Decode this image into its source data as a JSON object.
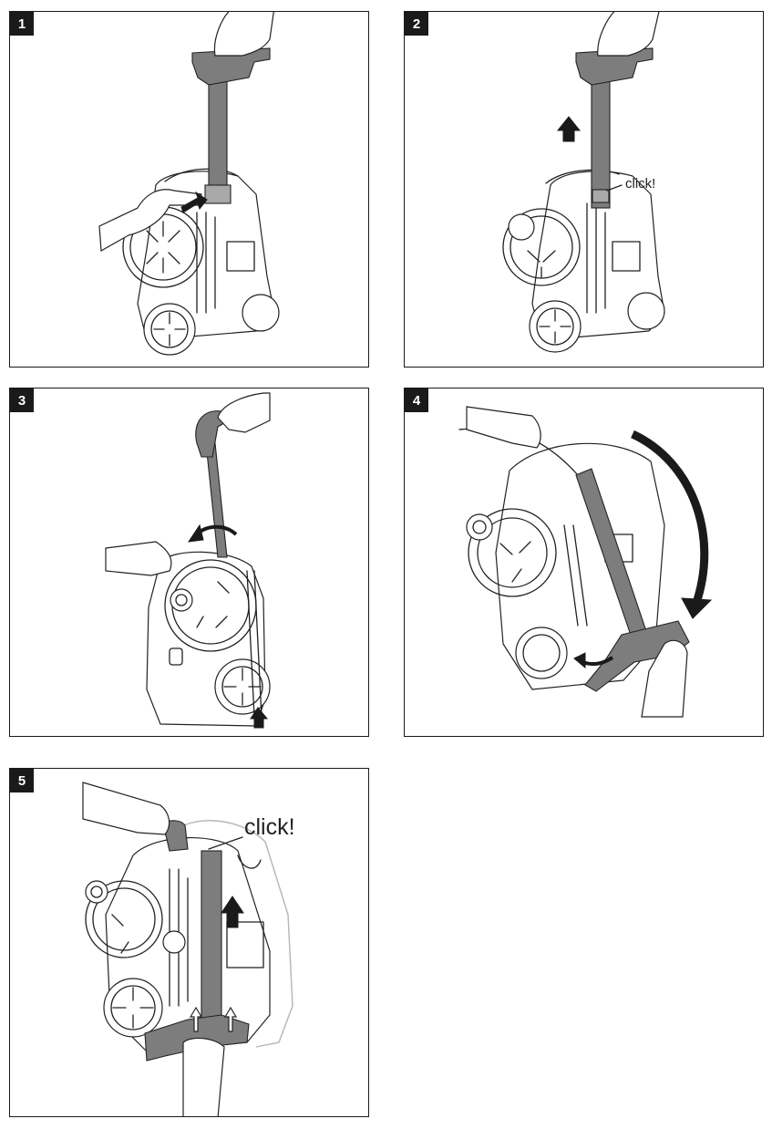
{
  "steps": [
    {
      "number": "1"
    },
    {
      "number": "2",
      "callout": "click!"
    },
    {
      "number": "3"
    },
    {
      "number": "4"
    },
    {
      "number": "5",
      "callout": "click!"
    }
  ]
}
